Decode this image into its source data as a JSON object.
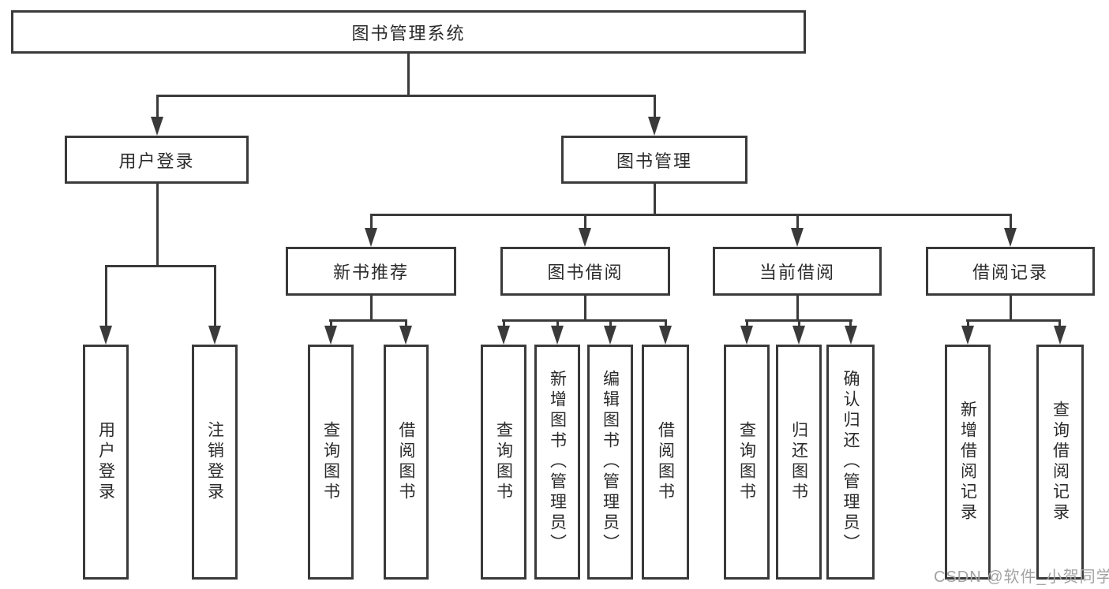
{
  "title": "图书管理系统",
  "level2": {
    "user_login": "用户登录",
    "book_management": "图书管理"
  },
  "level3": {
    "new_book_recommend": "新书推荐",
    "book_borrow": "图书借阅",
    "current_borrow": "当前借阅",
    "borrow_records": "借阅记录"
  },
  "leaves": {
    "user_login": "用户登录",
    "logout_login": "注销登录",
    "query_book_1": "查询图书",
    "borrow_book_1": "借阅图书",
    "query_book_2": "查询图书",
    "add_book_admin": "新增图书（管理员）",
    "edit_book_admin": "编辑图书（管理员）",
    "borrow_book_2": "借阅图书",
    "query_book_3": "查询图书",
    "return_book": "归还图书",
    "confirm_return_admin": "确认归还（管理员）",
    "add_borrow_record": "新增借阅记录",
    "query_borrow_record": "查询借阅记录"
  },
  "watermark": "CSDN @软件_小贺同学",
  "colors": {
    "line": "#3a3a3a",
    "text": "#2b2b2b",
    "watermark": "#a3a3a3",
    "background": "#ffffff"
  }
}
